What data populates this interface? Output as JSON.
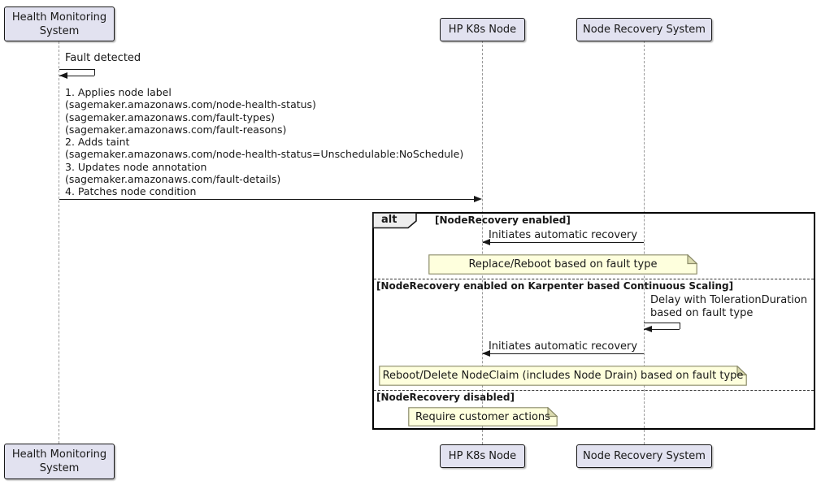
{
  "participants": {
    "health_monitoring": {
      "line1": "Health Monitoring",
      "line2": "System"
    },
    "k8s_node": {
      "label": "HP K8s Node"
    },
    "node_recovery": {
      "label": "Node Recovery System"
    }
  },
  "messages": {
    "fault_detected": "Fault detected",
    "node_update_lines": [
      "1. Applies node label",
      "(sagemaker.amazonaws.com/node-health-status)",
      "(sagemaker.amazonaws.com/fault-types)",
      "(sagemaker.amazonaws.com/fault-reasons)",
      "2. Adds taint",
      "(sagemaker.amazonaws.com/node-health-status=Unschedulable:NoSchedule)",
      "3. Updates node annotation",
      "(sagemaker.amazonaws.com/fault-details)",
      "4. Patches node condition"
    ],
    "initiates_recovery_1": "Initiates automatic recovery",
    "delay_line1": "Delay with TolerationDuration",
    "delay_line2": "based on fault type",
    "initiates_recovery_2": "Initiates automatic recovery"
  },
  "alt_frame": {
    "keyword": "alt",
    "condition_1": "[NodeRecovery enabled]",
    "condition_2": "[NodeRecovery enabled on Karpenter based Continuous Scaling]",
    "condition_3": "[NodeRecovery disabled]"
  },
  "notes": {
    "replace_reboot": "Replace/Reboot based on fault type",
    "reboot_delete": "Reboot/Delete NodeClaim (includes Node Drain) based on fault type",
    "customer_actions": "Require customer actions"
  },
  "colors": {
    "participant_fill": "#E2E2F0",
    "participant_border": "#181818",
    "note_fill": "#FEFFDD",
    "note_border": "#8C8C69",
    "note_fold": "#DCDCB0",
    "lifeline": "#9A9A9A",
    "frame_border": "#000000",
    "alt_tab_fill": "#EEEEEE",
    "text": "#181818"
  }
}
